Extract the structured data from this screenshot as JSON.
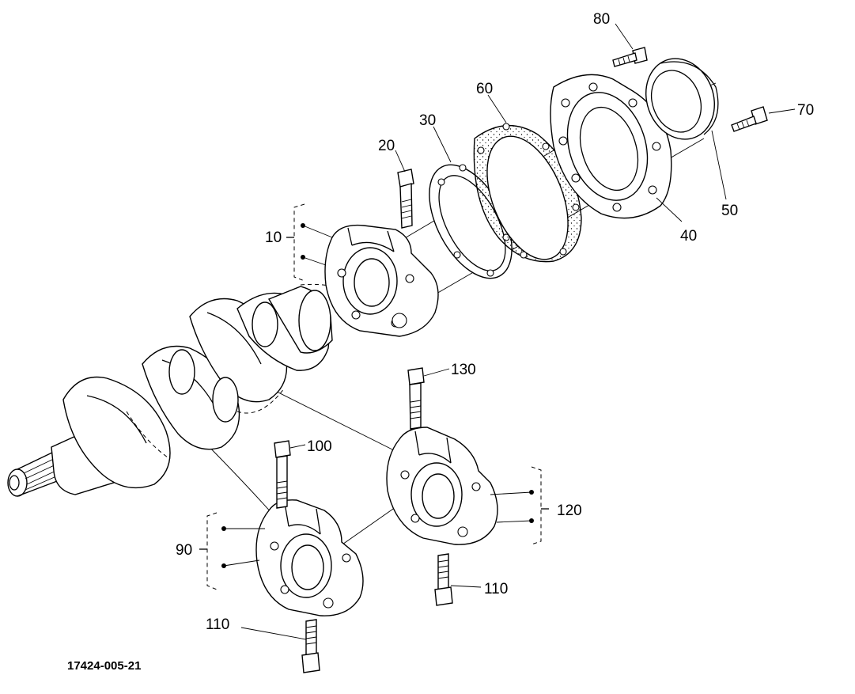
{
  "drawing_number": "17424-005-21",
  "callouts": {
    "c10": "10",
    "c20": "20",
    "c30": "30",
    "c40": "40",
    "c50": "50",
    "c60": "60",
    "c70": "70",
    "c80": "80",
    "c90": "90",
    "c100": "100",
    "c110a": "110",
    "c110b": "110",
    "c120": "120",
    "c130": "130"
  }
}
